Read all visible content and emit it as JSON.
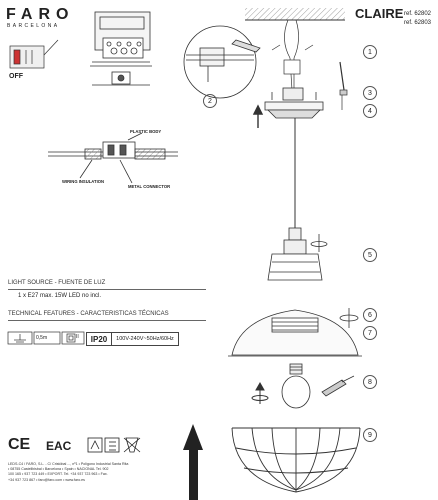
{
  "brand": {
    "name": "FARO",
    "city": "BARCELONA"
  },
  "product": {
    "model": "CLAIRE",
    "ref1": "ref. 62802",
    "ref2": "ref. 62803"
  },
  "labels": {
    "off": "OFF",
    "plastic_body": "PLASTIC BODY",
    "wiring_insulation": "WIRING INSULATION",
    "metal_connector": "METAL CONNECTOR"
  },
  "light_source": {
    "heading": "LIGHT SOURCE - FUENTE DE LUZ",
    "text": "1 x E27 max. 15W LED no incl."
  },
  "technical": {
    "heading": "TECHNICAL FEATURES - CARACTERISTICAS TÉCNICAS",
    "ip": "IP20",
    "voltage": "100V-240V~50Hz/60Hz",
    "cable": "0,5m",
    "class": "II"
  },
  "steps": [
    "1",
    "2",
    "3",
    "4",
    "5",
    "6",
    "7",
    "8",
    "9"
  ],
  "certifications": {
    "ce": "CE",
    "eac": "EAC"
  },
  "footer": {
    "line1": "LEDS-C4 / FARO, S.L. - C/ Cristòbal ..., nº1 • Polígono Industrial Santa Rita",
    "line2": "• 08755 Castellbisbal • Barcelona • Spain • NACIONAL Tel. 902",
    "line3": "100 165 • 937 723 449 • EXPORT. Tel. +34 937 723 963 • Fax.",
    "line4": "+34 937 723 867 • faro@faro.com • www.faro.es"
  }
}
